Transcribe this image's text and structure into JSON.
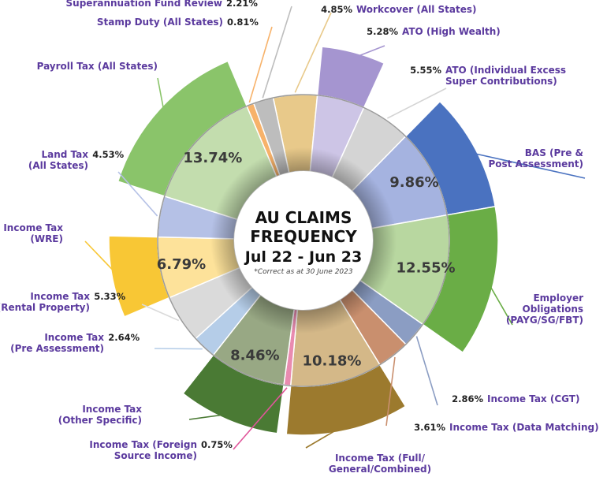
{
  "chart_data": {
    "type": "pie",
    "title": [
      "AU CLAIMS",
      "FREQUENCY",
      "Jul 22 - Jun 23"
    ],
    "note": "*Correct as at 30 June 2023",
    "categories": [
      {
        "label": [
          "Workcover (All States)"
        ],
        "value": 4.85,
        "value_label": "4.85%",
        "color": "#e8c98a",
        "outer": false
      },
      {
        "label": [
          "ATO (High Wealth)"
        ],
        "value": 5.28,
        "value_label": "5.28%",
        "color": "#cdc5e6",
        "outer": true,
        "outer_color": "#a595d0"
      },
      {
        "label": [
          "ATO (Individual Excess",
          "Super Contributions)"
        ],
        "value": 5.55,
        "value_label": "5.55%",
        "color": "#d4d4d4",
        "outer": false
      },
      {
        "label": [
          "BAS (Pre &",
          "Post Assessment)"
        ],
        "value": 9.86,
        "value_label": "9.86%",
        "color": "#a5b3e0",
        "outer": true,
        "outer_color": "#4a72c0",
        "inner_text": "9.86%"
      },
      {
        "label": [
          "Employer",
          "Obligations",
          "(PAYG/SG/FBT)"
        ],
        "value": 12.55,
        "value_label": "12.55%",
        "color": "#b8d7a0",
        "outer": true,
        "outer_color": "#6aad46",
        "inner_text": "12.55%"
      },
      {
        "label": [
          "Income Tax (CGT)"
        ],
        "value": 2.86,
        "value_label": "2.86%",
        "color": "#8b9dc3",
        "outer": false
      },
      {
        "label": [
          "Income Tax (Data Matching)"
        ],
        "value": 3.61,
        "value_label": "3.61%",
        "color": "#c98f6e",
        "outer": false
      },
      {
        "label": [
          "Income Tax (Full/",
          "General/Combined)"
        ],
        "value": 10.18,
        "value_label": "10.18%",
        "color": "#d4b888",
        "outer": true,
        "outer_color": "#9c7a2e",
        "inner_text": "10.18%"
      },
      {
        "label": [
          "Income Tax (Foreign",
          "Source Income)"
        ],
        "value": 0.75,
        "value_label": "0.75%",
        "color": "#e98bb0",
        "outer": false
      },
      {
        "label": [
          "Income Tax",
          "(Other Specific)"
        ],
        "value": 8.46,
        "value_label": "8.46%",
        "color": "#98a884",
        "outer": true,
        "outer_color": "#4a7a34",
        "inner_text": "8.46%"
      },
      {
        "label": [
          "Income Tax",
          "(Pre Assessment)"
        ],
        "value": 2.64,
        "value_label": "2.64%",
        "color": "#b5cde8",
        "outer": false
      },
      {
        "label": [
          "Income Tax",
          "(Rental Property)"
        ],
        "value": 5.33,
        "value_label": "5.33%",
        "color": "#dadada",
        "outer": false
      },
      {
        "label": [
          "Income Tax",
          "(WRE)"
        ],
        "value": 6.79,
        "value_label": "6.79%",
        "color": "#fde29a",
        "outer": true,
        "outer_color": "#f8c735",
        "inner_text": "6.79%"
      },
      {
        "label": [
          "Land Tax",
          "(All States)"
        ],
        "value": 4.53,
        "value_label": "4.53%",
        "color": "#b5c1e6",
        "outer": false
      },
      {
        "label": [
          "Payroll Tax (All States)"
        ],
        "value": 13.74,
        "value_label": "13.74%",
        "color": "#c3ddae",
        "outer": true,
        "outer_color": "#8ac46a",
        "inner_text": "13.74%"
      },
      {
        "label": [
          "Stamp Duty (All States)"
        ],
        "value": 0.81,
        "value_label": "0.81%",
        "color": "#f7b26a",
        "outer": false
      },
      {
        "label": [
          "Superannuation Fund Review"
        ],
        "value": 2.21,
        "value_label": "2.21%",
        "color": "#bdbdbd",
        "outer": false
      }
    ],
    "label_text_color": "#5b3a9e"
  }
}
